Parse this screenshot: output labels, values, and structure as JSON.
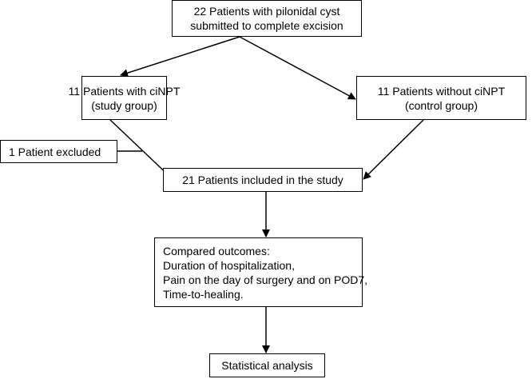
{
  "flowchart": {
    "total": {
      "line1": "22 Patients with pilonidal cyst",
      "line2": "submitted to complete excision"
    },
    "study_group": {
      "line1": "11 Patients with ciNPT",
      "line2": "(study group)"
    },
    "control_group": {
      "line1": "11 Patients without ciNPT",
      "line2": "(control group)"
    },
    "excluded": {
      "line1": "1 Patient excluded"
    },
    "included": {
      "line1": "21 Patients included in the study"
    },
    "outcomes": {
      "line1": "Compared outcomes:",
      "line2": "Duration of hospitalization,",
      "line3": "Pain on the day of surgery and on  POD7,",
      "line4": "Time-to-healing."
    },
    "analysis": {
      "line1": "Statistical analysis"
    }
  },
  "colors": {
    "line": "#000000",
    "box_border": "#000000",
    "background": "#ffffff"
  }
}
